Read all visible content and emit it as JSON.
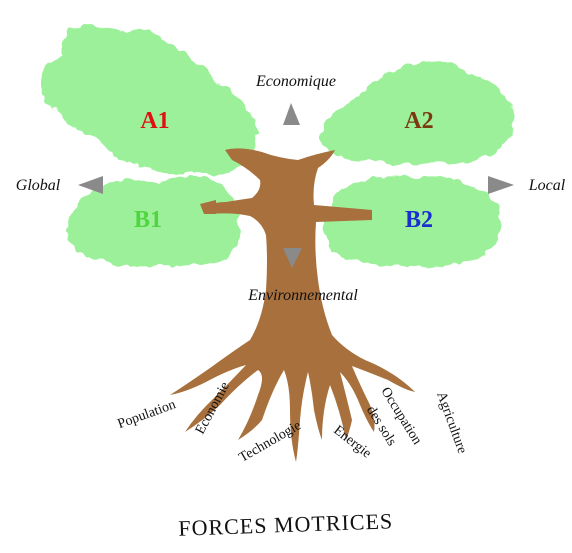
{
  "axes": {
    "top_label": "Economique",
    "bottom_label": "Environnemental",
    "left_label": "Global",
    "right_label": "Local"
  },
  "scenarios": [
    {
      "id": "A1",
      "label": "A1",
      "color": "#e01010"
    },
    {
      "id": "A2",
      "label": "A2",
      "color": "#7a3a10"
    },
    {
      "id": "B1",
      "label": "B1",
      "color": "#4fd63f"
    },
    {
      "id": "B2",
      "label": "B2",
      "color": "#1a2fd0"
    }
  ],
  "roots": [
    {
      "label": "Population"
    },
    {
      "label": "Economie"
    },
    {
      "label": "Technologie"
    },
    {
      "label": "Energie"
    },
    {
      "label": "Occupation"
    },
    {
      "label": "des sols"
    },
    {
      "label": "Agriculture"
    }
  ],
  "footer": "FORCES MOTRICES",
  "colors": {
    "foliage": "#9cf09a",
    "trunk": "#a8703d",
    "arrow": "#8a8a8a"
  }
}
